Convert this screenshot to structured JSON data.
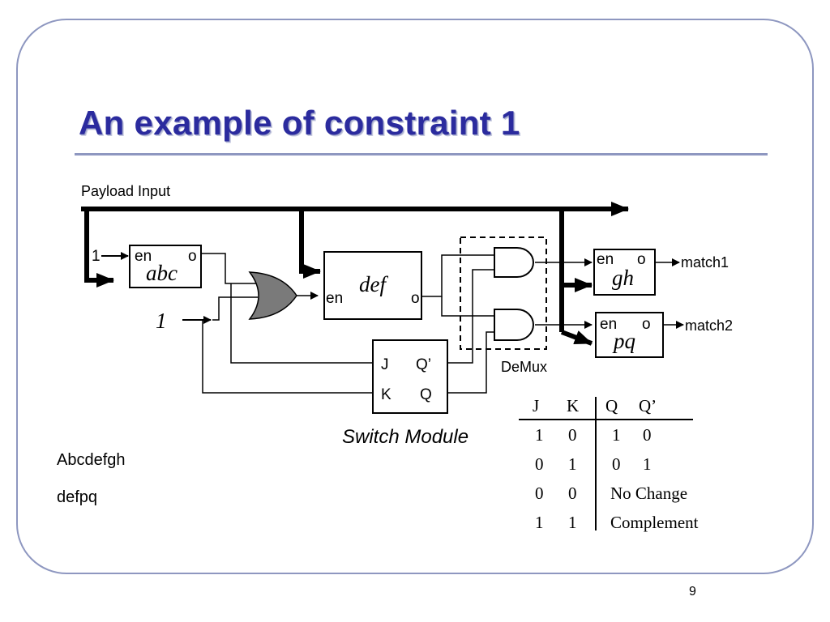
{
  "slide": {
    "title": "An example of constraint 1",
    "notes": [
      "Abcdefgh",
      "defpq"
    ],
    "page_number": "9"
  },
  "diagram": {
    "payload_label": "Payload Input",
    "const_one_small": "1",
    "const_one_italic": "1",
    "blocks": {
      "abc": {
        "name": "abc",
        "en": "en",
        "o": "o"
      },
      "def": {
        "name": "def",
        "en": "en",
        "o": "o"
      },
      "gh": {
        "name": "gh",
        "en": "en",
        "o": "o"
      },
      "pq": {
        "name": "pq",
        "en": "en",
        "o": "o"
      }
    },
    "outputs": {
      "match1": "match1",
      "match2": "match2"
    },
    "demux_label": "DeMux",
    "switch_module": {
      "label": "Switch Module",
      "j": "J",
      "k": "K",
      "qbar": "Q’",
      "q": "Q"
    }
  },
  "truth_table": {
    "headers": [
      "J",
      "K",
      "Q",
      "Q’"
    ],
    "rows": [
      [
        "1",
        "0",
        "1",
        "0"
      ],
      [
        "0",
        "1",
        "0",
        "1"
      ],
      [
        "0",
        "0",
        "No Change",
        ""
      ],
      [
        "1",
        "1",
        "Complement",
        ""
      ]
    ]
  },
  "colors": {
    "title": "#2b2b9e",
    "frame": "#8e97c0",
    "or_gate": "#7a7a7a"
  }
}
